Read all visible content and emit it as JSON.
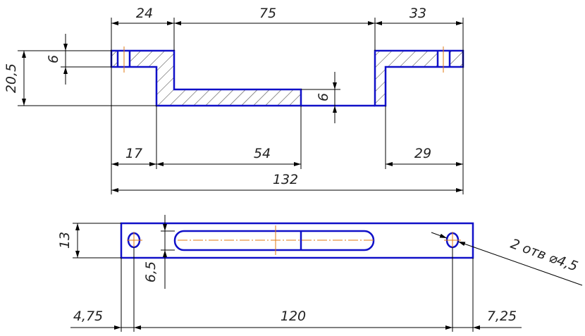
{
  "section_view": {
    "dims": {
      "top_left": "24",
      "top_middle": "75",
      "top_right": "33",
      "height_total": "20,5",
      "flange_thickness": "6",
      "floor_thickness": "6",
      "bottom_left": "17",
      "bottom_middle": "54",
      "bottom_right": "29",
      "overall_length": "132"
    }
  },
  "plan_view": {
    "dims": {
      "width": "13",
      "slot_width": "6,5",
      "left_offset": "4,75",
      "hole_spacing": "120",
      "right_offset": "7,25"
    },
    "hole_callout": "2 отв ⌀4,5"
  },
  "colors": {
    "outline": "#1010c8",
    "axis": "#e07a10",
    "dimension": "#000000"
  }
}
